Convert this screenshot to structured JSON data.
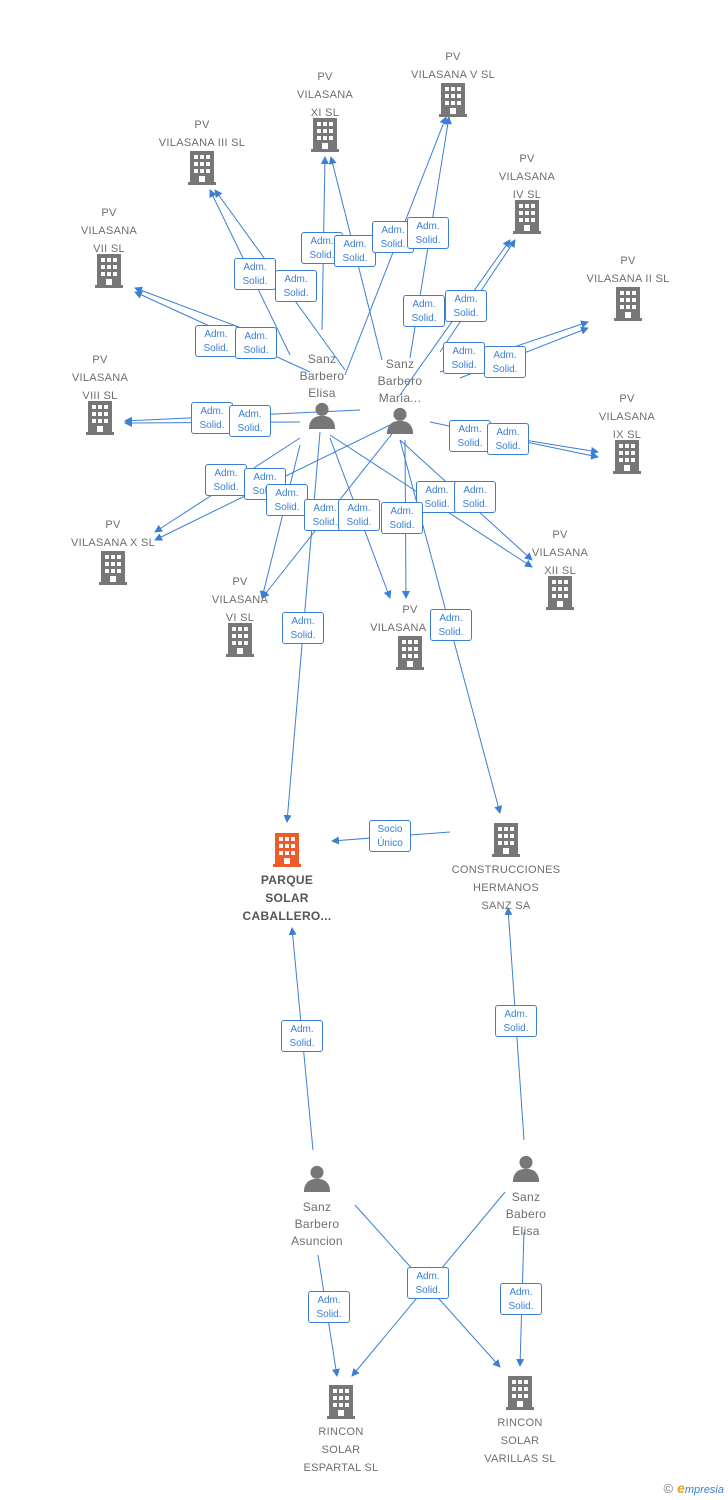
{
  "colors": {
    "edge": "#3b7fd4",
    "node": "#777777",
    "main_node": "#f05a28"
  },
  "companies": {
    "pv_v": {
      "label": [
        "PV",
        "VILASANA V SL"
      ]
    },
    "pv_xi": {
      "label": [
        "PV",
        "VILASANA",
        "XI SL"
      ]
    },
    "pv_iii": {
      "label": [
        "PV",
        "VILASANA III SL"
      ]
    },
    "pv_iv": {
      "label": [
        "PV",
        "VILASANA",
        "IV SL"
      ]
    },
    "pv_vii": {
      "label": [
        "PV",
        "VILASANA",
        "VII SL"
      ]
    },
    "pv_ii": {
      "label": [
        "PV",
        "VILASANA II SL"
      ]
    },
    "pv_viii": {
      "label": [
        "PV",
        "VILASANA",
        "VIII SL"
      ]
    },
    "pv_ix": {
      "label": [
        "PV",
        "VILASANA",
        "IX SL"
      ]
    },
    "pv_x": {
      "label": [
        "PV",
        "VILASANA X SL"
      ]
    },
    "pv_xii": {
      "label": [
        "PV",
        "VILASANA",
        "XII SL"
      ]
    },
    "pv_vi": {
      "label": [
        "PV",
        "VILASANA",
        "VI SL"
      ]
    },
    "pv_i": {
      "label": [
        "PV",
        "VILASANA I SL"
      ]
    },
    "parque": {
      "label": [
        "PARQUE",
        "SOLAR",
        "CABALLERO..."
      ]
    },
    "construcciones": {
      "label": [
        "CONSTRUCCIONES",
        "HERMANOS",
        "SANZ SA"
      ]
    },
    "espartal": {
      "label": [
        "RINCON",
        "SOLAR",
        "ESPARTAL SL"
      ]
    },
    "varillas": {
      "label": [
        "RINCON",
        "SOLAR",
        "VARILLAS SL"
      ]
    }
  },
  "persons": {
    "elisa": {
      "label": [
        "Sanz",
        "Barbero",
        "Elisa"
      ]
    },
    "maria": {
      "label": [
        "Sanz",
        "Barbero",
        "Maria..."
      ]
    },
    "asuncion": {
      "label": [
        "Sanz",
        "Barbero",
        "Asuncion"
      ]
    },
    "babero": {
      "label": [
        "Sanz",
        "Babero",
        "Elisa"
      ]
    }
  },
  "relation_labels": {
    "adm": [
      "Adm.",
      "Solid."
    ],
    "socio": [
      "Socio",
      "Único"
    ]
  },
  "watermark": {
    "copyright": "©",
    "brand_initial": "e",
    "brand_rest": "mpresia"
  }
}
